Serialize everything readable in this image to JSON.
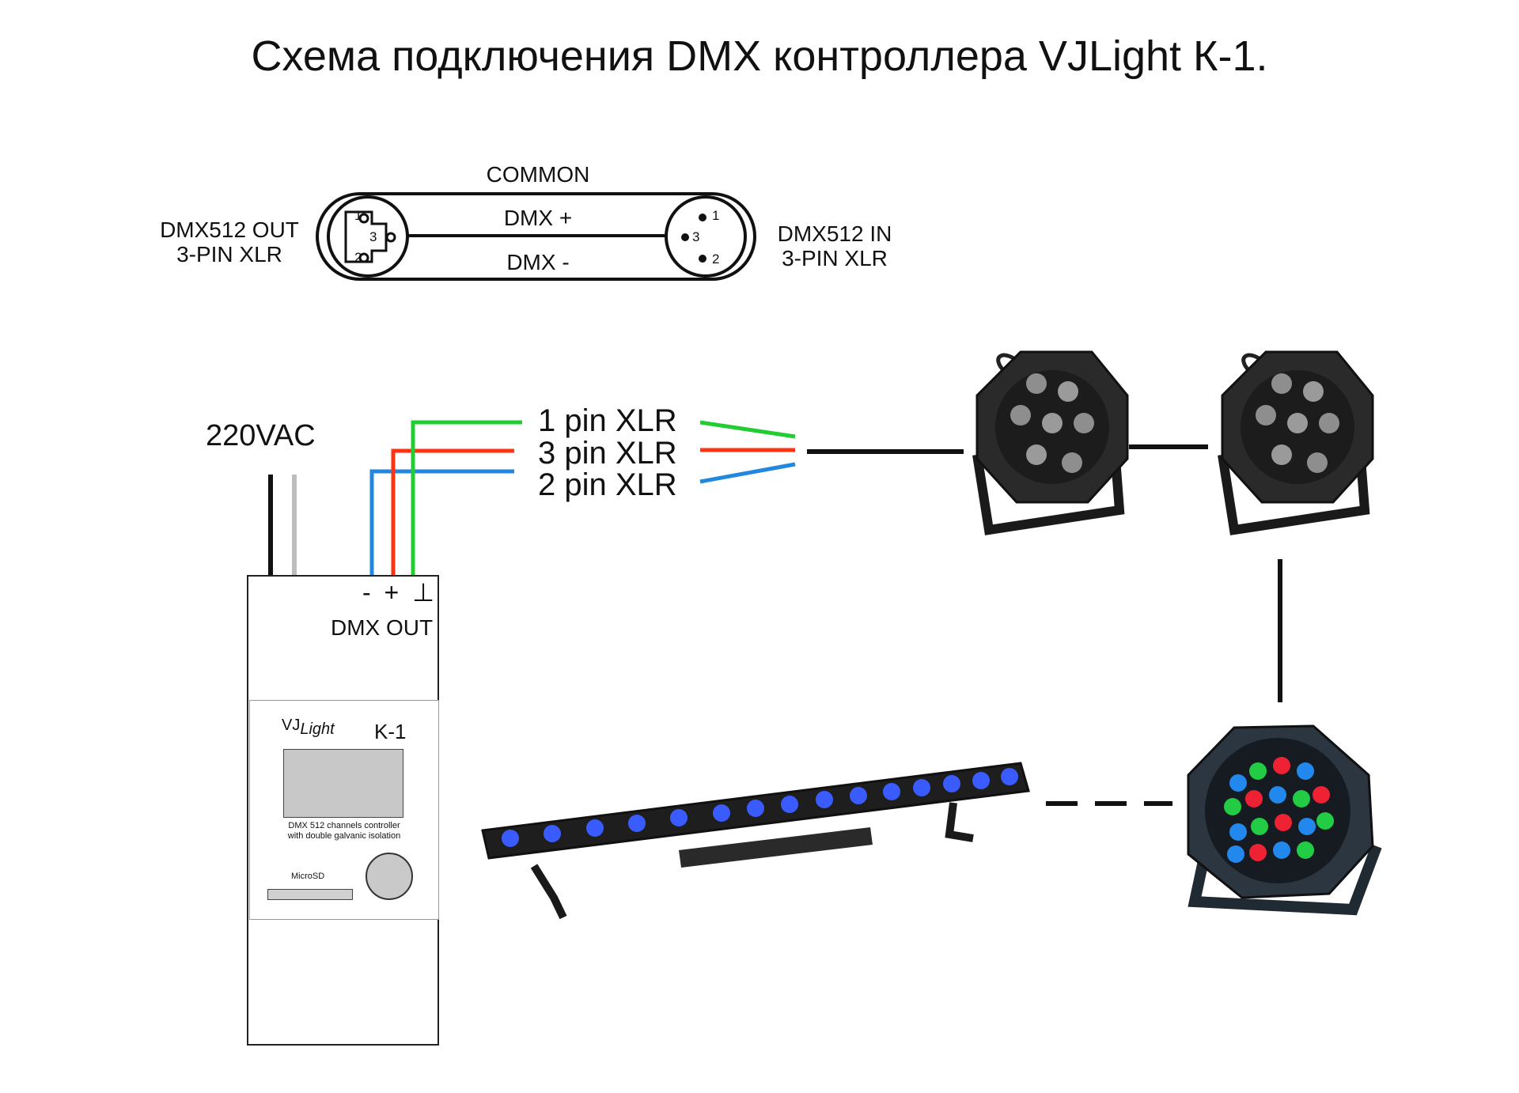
{
  "title": "Схема подключения DMX контроллера VJLight К-1.",
  "xlr": {
    "common": "COMMON",
    "dmx_plus": "DMX +",
    "dmx_minus": "DMX -",
    "out_line1": "DMX512 OUT",
    "out_line2": "3-PIN XLR",
    "in_line1": "DMX512 IN",
    "in_line2": "3-PIN XLR",
    "pins": [
      "1",
      "2",
      "3"
    ]
  },
  "wiring": {
    "power": "220VAC",
    "pin1": "1 pin XLR",
    "pin3": "3 pin XLR",
    "pin2": "2 pin XLR",
    "terminals": "- + ⊥",
    "dmx_out": "DMX OUT"
  },
  "controller": {
    "brand_vj": "VJ",
    "brand_light": "Light",
    "model": "K-1",
    "desc_line1": "DMX 512 channels controller",
    "desc_line2": "with double galvanic isolation",
    "microsd": "MicroSD"
  },
  "colors": {
    "green": "#22cc33",
    "red": "#ff3311",
    "blue": "#2288dd",
    "black": "#111111",
    "gray": "#bdbdbd"
  }
}
